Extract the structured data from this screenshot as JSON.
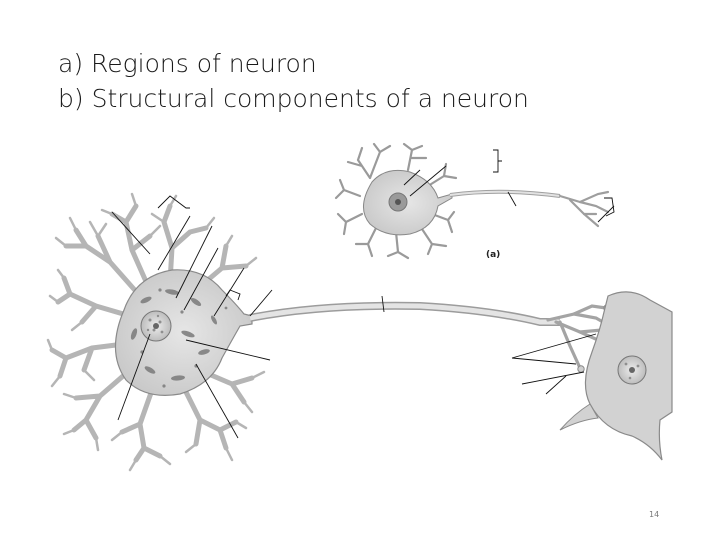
{
  "slide": {
    "title_lines": [
      "a) Regions of neuron",
      "b) Structural components of a neuron"
    ],
    "panel_label": "(a)",
    "slide_number": "14"
  },
  "colors": {
    "background": "#ffffff",
    "cell_fill": "#d6d6d6",
    "cell_stroke": "#8a8a8a",
    "leader_line": "#111111",
    "text": "#1a1a1a"
  }
}
